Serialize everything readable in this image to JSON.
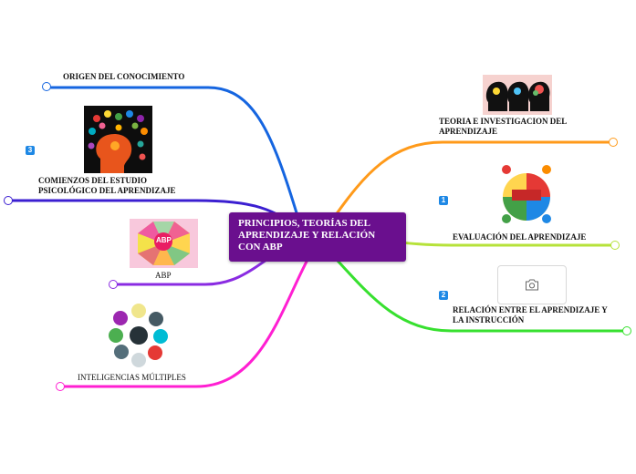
{
  "central": {
    "title": "PRINCIPIOS, TEORÍAS DEL APRENDIZAJE Y RELACIÓN CON ABP",
    "color": "#6a0f8e"
  },
  "branches": [
    {
      "label": "ORIGEN DEL CONOCIMIENTO",
      "color": "#1565e0"
    },
    {
      "label": "COMIENZOS DEL ESTUDIO PSICOLÓGICO DEL APRENDIZAJE",
      "color": "#3b1fd1",
      "badge": "3"
    },
    {
      "label": "ABP",
      "color": "#8a2be2",
      "image_text": "ABP"
    },
    {
      "label": "INTELIGENCIAS MÚLTIPLES",
      "color": "#ff1fd2"
    },
    {
      "label": "TEORIA E INVESTIGACION DEL APRENDIZAJE",
      "color": "#ff9a1a"
    },
    {
      "label": "EVALUACIÓN DEL APRENDIZAJE",
      "color": "#b6e23a",
      "badge": "1"
    },
    {
      "label": "RELACIÓN ENTRE EL APRENDIZAJE Y LA INSTRUCCIÓN",
      "color": "#37e02f",
      "badge": "2"
    }
  ],
  "icons": {
    "placeholder": "camera-icon"
  }
}
